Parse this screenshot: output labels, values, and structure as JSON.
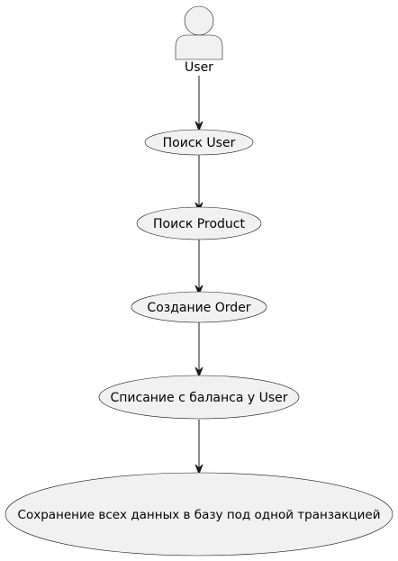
{
  "diagram": {
    "type": "use-case",
    "colors": {
      "node_fill": "#f1f1f1",
      "node_stroke": "#181818",
      "text": "#000000",
      "edge": "#181818",
      "background": "#ffffff"
    },
    "actor": {
      "id": "user",
      "label": "User",
      "icon": "actor-person-icon"
    },
    "usecases": [
      {
        "id": "search_user",
        "label": "Поиск User"
      },
      {
        "id": "search_product",
        "label": "Поиск Product"
      },
      {
        "id": "create_order",
        "label": "Создание Order"
      },
      {
        "id": "debit_balance",
        "label": "Списание с баланса у User"
      },
      {
        "id": "save_all",
        "label": "Сохранение всех данных в базу под одной транзакцией"
      }
    ],
    "edges": [
      {
        "from": "user",
        "to": "search_user"
      },
      {
        "from": "search_user",
        "to": "search_product"
      },
      {
        "from": "search_product",
        "to": "create_order"
      },
      {
        "from": "create_order",
        "to": "debit_balance"
      },
      {
        "from": "debit_balance",
        "to": "save_all"
      }
    ]
  }
}
